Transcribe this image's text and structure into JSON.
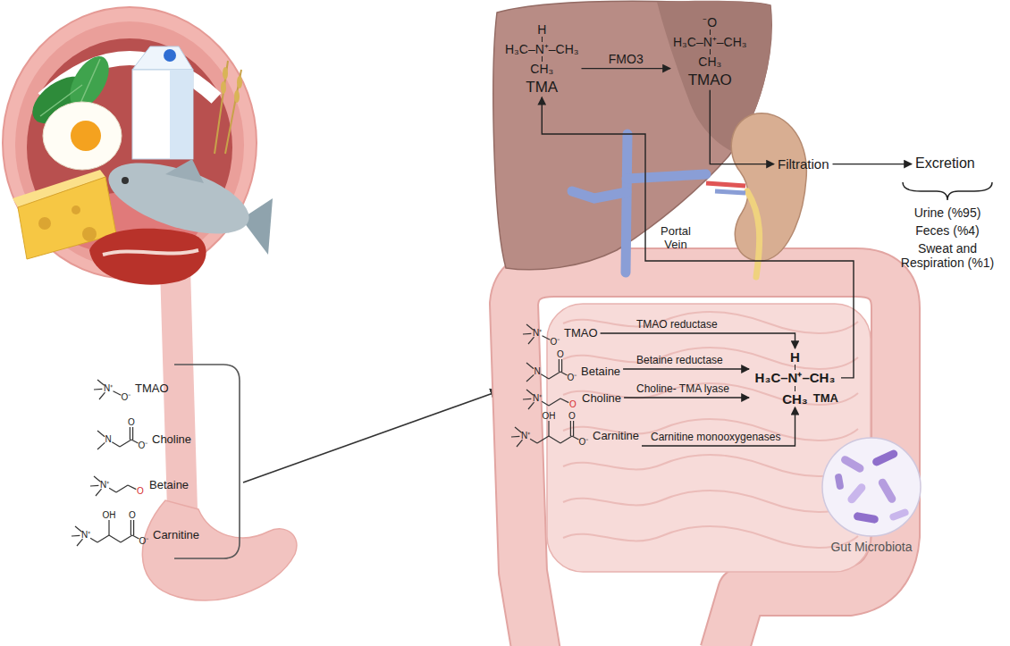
{
  "diagram": {
    "nodes": [
      {
        "text": [
          "H",
          "H₃C–N⁺–CH₃",
          "CH₃",
          "TMA"
        ]
      },
      {
        "text": [
          "⁻O",
          "H₃C–N⁺–CH₃",
          "CH₃",
          "TMAO"
        ]
      },
      {
        "text": [
          "Filtration"
        ]
      },
      {
        "text": [
          "Excretion"
        ]
      },
      {
        "text": [
          "N⁺",
          "O⁻",
          "TMAO"
        ]
      },
      {
        "text": [
          "N",
          "O",
          "O⁻",
          "Choline"
        ]
      },
      {
        "text": [
          "N⁺",
          "O",
          "Betaine"
        ]
      },
      {
        "text": [
          "N⁺",
          "OH",
          "O",
          "O⁻",
          "Carnitine"
        ]
      },
      {
        "text": [
          "N⁺",
          "O⁻",
          "TMAO"
        ]
      },
      {
        "text": [
          "N",
          "O",
          "O⁻",
          "Betaine"
        ]
      },
      {
        "text": [
          "N⁺",
          "O",
          "Choline"
        ]
      },
      {
        "text": [
          "N⁺",
          "OH",
          "O",
          "O⁻",
          "Carnitine"
        ]
      },
      {
        "text": [
          "H",
          "H₃C–N⁺–CH₃",
          "CH₃",
          "TMA"
        ]
      }
    ],
    "edges": [
      {
        "from": 0,
        "to": 1,
        "arrow": "to",
        "label": "FMO3"
      },
      {
        "from": 1,
        "to": 2,
        "arrow": "to"
      },
      {
        "from": 2,
        "to": 3,
        "arrow": "to"
      },
      {
        "from": 8,
        "to": 12,
        "arrow": "to",
        "label": "TMAO reductase"
      },
      {
        "from": 9,
        "to": 12,
        "arrow": "to",
        "label": "Betaine reductase"
      },
      {
        "from": 10,
        "to": 12,
        "arrow": "to",
        "label": "Choline- TMA lyase"
      },
      {
        "from": 11,
        "to": 12,
        "arrow": "to",
        "label": "Carnitine monooxygenases"
      },
      {
        "from": 12,
        "to": 0,
        "arrow": "to"
      }
    ],
    "labels": [
      "Portal Vein",
      "Urine (%95)",
      "Feces (%4)",
      "Sweat and Respiration (%1)",
      "Gut Microbiota"
    ]
  }
}
